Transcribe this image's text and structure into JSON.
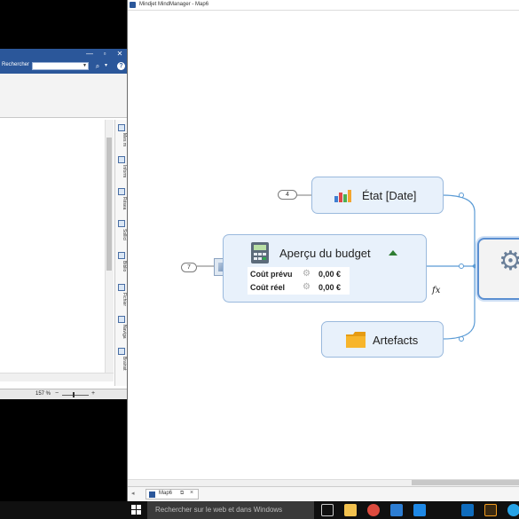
{
  "left_window": {
    "search_label": "Rechercher",
    "zoom_level": "157 %",
    "side_tabs": [
      "Mes m",
      "Inform",
      "Résea",
      "Sollici",
      "Biblio",
      "Fichier",
      "Naviga",
      "Brainst"
    ]
  },
  "mindmanager": {
    "window_title": "Mindjet MindManager - Map6",
    "tab_label": "Map6",
    "tab_close": "×",
    "topics": {
      "etat": {
        "label": "État [Date]",
        "count": "4",
        "icon": "bar-chart-icon"
      },
      "budget": {
        "label": "Aperçu du budget",
        "count": "7",
        "icon": "calculator-icon",
        "rows": [
          {
            "name": "Coût prévu",
            "value": "0,00 €"
          },
          {
            "name": "Coût réel",
            "value": "0,00 €"
          }
        ],
        "formula_marker": "fx"
      },
      "artefacts": {
        "label": "Artefacts",
        "icon": "folder-icon"
      },
      "central": {
        "icon": "gear-icon"
      }
    }
  },
  "taskbar": {
    "search_placeholder": "Rechercher sur le web et dans Windows",
    "apps": [
      "task-view",
      "file-explorer",
      "chrome",
      "edge",
      "store",
      "outlook",
      "illustrator",
      "skype"
    ]
  },
  "colors": {
    "accent": "#2b579a",
    "topic_fill": "#e8f1fb",
    "topic_border": "#9ab9dd",
    "connector": "#5b9bd5"
  }
}
